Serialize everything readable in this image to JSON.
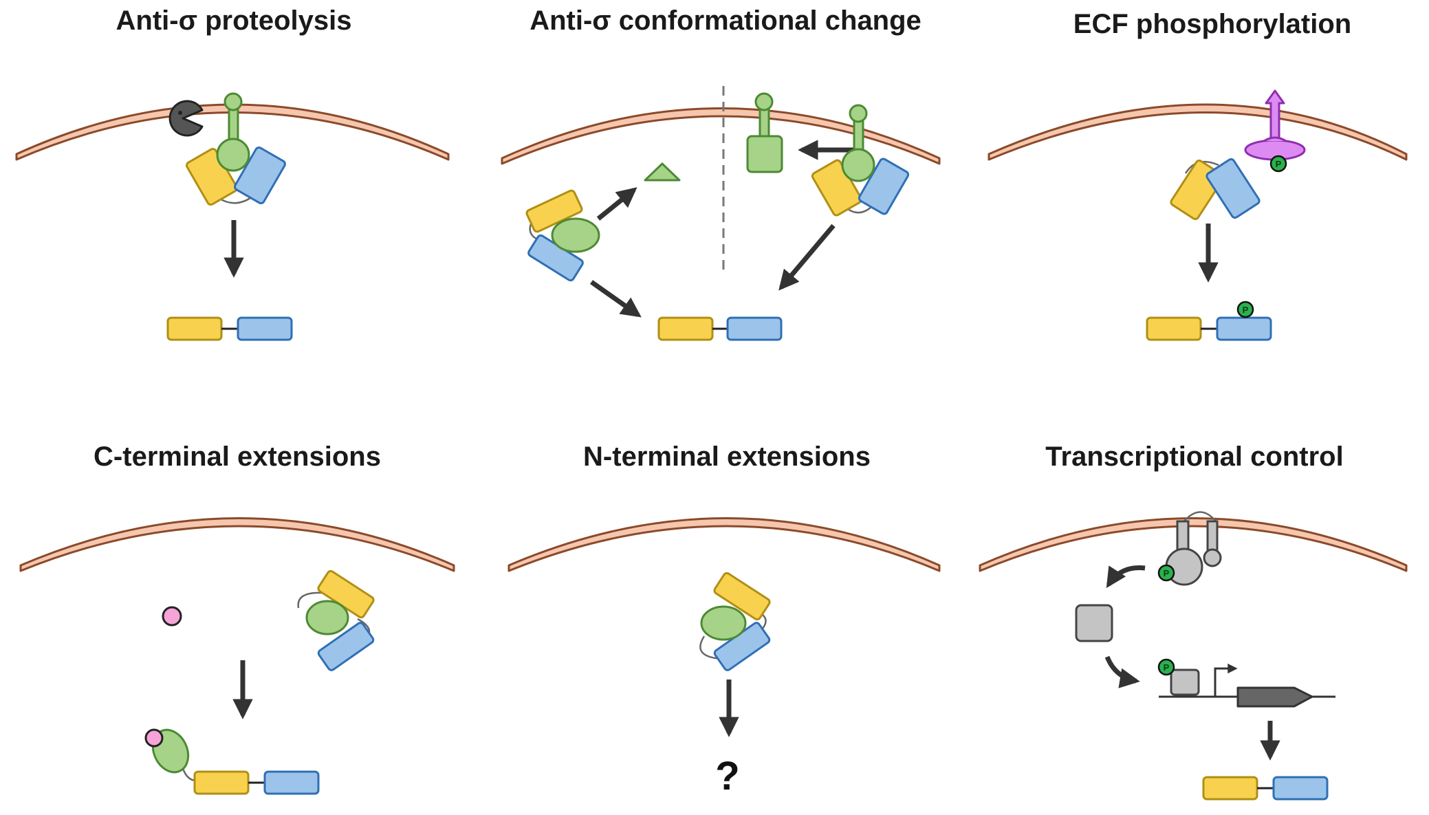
{
  "panels": [
    {
      "id": "anti-sigma-proteolysis",
      "title": "Anti-σ proteolysis"
    },
    {
      "id": "anti-sigma-conformational-change",
      "title": "Anti-σ conformational change"
    },
    {
      "id": "ecf-phosphorylation",
      "title": "ECF phosphorylation"
    },
    {
      "id": "c-terminal-extensions",
      "title": "C-terminal extensions"
    },
    {
      "id": "n-terminal-extensions",
      "title": "N-terminal extensions"
    },
    {
      "id": "transcriptional-control",
      "title": "Transcriptional control"
    }
  ],
  "symbols": {
    "phospho": "P",
    "unknown": "?"
  },
  "colors": {
    "membrane_fill": "#f6c7ae",
    "membrane_stroke": "#8a4a2a",
    "sigma2_fill": "#f8d24f",
    "sigma2_stroke": "#b08f14",
    "sigma4_fill": "#9cc3ea",
    "sigma4_stroke": "#2f6fb5",
    "anti_sigma_fill": "#a6d388",
    "anti_sigma_stroke": "#4c8a33",
    "kinase_fill": "#dd8bf3",
    "kinase_stroke": "#8e2fae",
    "phospho_fill": "#2bb14e",
    "ligand_fill": "#f6a3d8",
    "grey_fill": "#c4c4c4",
    "grey_stroke": "#555555",
    "arrow": "#333333"
  },
  "icons": [
    "protease-pacman-icon",
    "phosphate-icon",
    "promoter-arrow-icon",
    "gene-arrow-icon"
  ]
}
